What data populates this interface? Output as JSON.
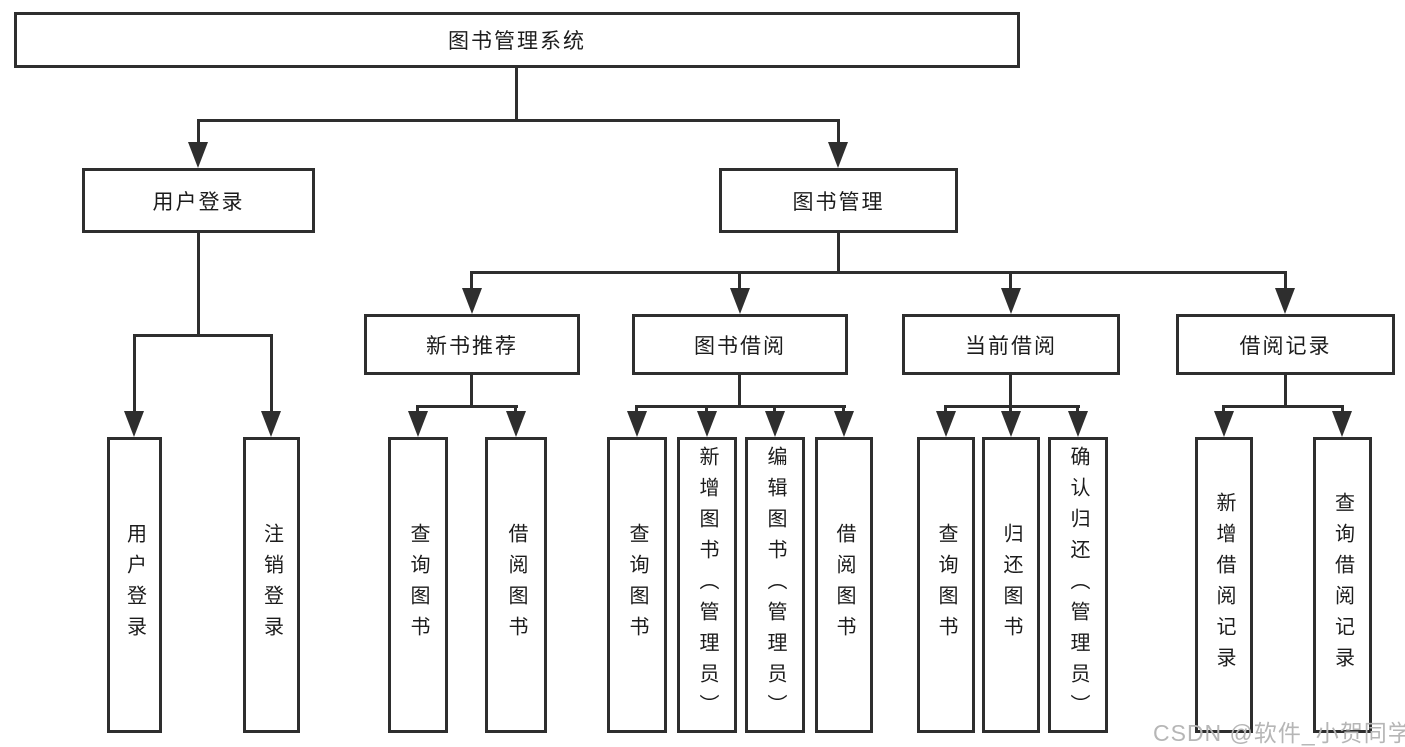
{
  "tree": {
    "root": {
      "label": "图书管理系统",
      "children": [
        {
          "label": "用户登录",
          "children": [
            {
              "label": "用户登录"
            },
            {
              "label": "注销登录"
            }
          ]
        },
        {
          "label": "图书管理",
          "children": [
            {
              "label": "新书推荐",
              "children": [
                {
                  "label": "查询图书"
                },
                {
                  "label": "借阅图书"
                }
              ]
            },
            {
              "label": "图书借阅",
              "children": [
                {
                  "label": "查询图书"
                },
                {
                  "label": "新增图书（管理员）"
                },
                {
                  "label": "编辑图书（管理员）"
                },
                {
                  "label": "借阅图书"
                }
              ]
            },
            {
              "label": "当前借阅",
              "children": [
                {
                  "label": "查询图书"
                },
                {
                  "label": "归还图书"
                },
                {
                  "label": "确认归还（管理员）"
                }
              ]
            },
            {
              "label": "借阅记录",
              "children": [
                {
                  "label": "新增借阅记录"
                },
                {
                  "label": "查询借阅记录"
                }
              ]
            }
          ]
        }
      ]
    }
  },
  "watermark": {
    "text": "CSDN @软件_小贺同学"
  },
  "colors": {
    "line": "#2e2e2e",
    "box_border": "#2e2e2e",
    "background": "#ffffff",
    "watermark": "#b6b6b6"
  }
}
